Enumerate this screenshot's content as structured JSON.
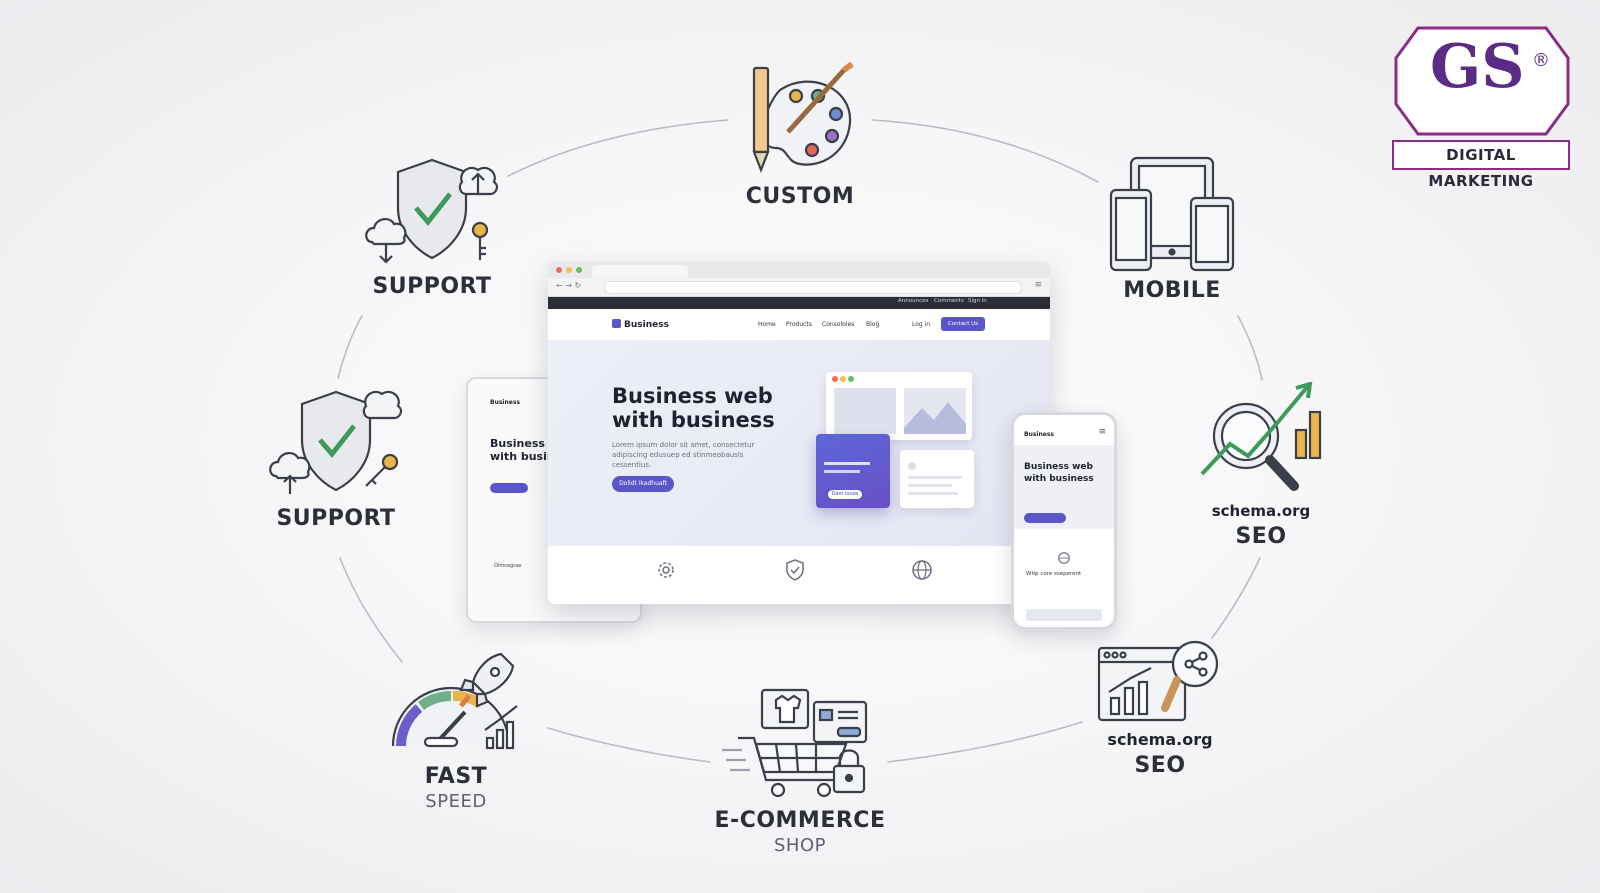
{
  "logo": {
    "mark": "GS",
    "reg": "®",
    "tagline": "DIGITAL MARKETING"
  },
  "features": {
    "custom": {
      "label": "CUSTOM",
      "icon": "palette-pencil-icon"
    },
    "mobile": {
      "label": "MOBILE",
      "icon": "devices-icon"
    },
    "seo_top": {
      "label": "SEO",
      "schema": "schema.org",
      "icon": "seo-magnifier-chart-icon"
    },
    "seo_bottom": {
      "label": "SEO",
      "schema": "schema.org",
      "icon": "seo-share-chart-icon"
    },
    "ecommerce": {
      "label": "E-COMMERCE",
      "sub": "SHOP",
      "icon": "shopping-cart-icon"
    },
    "fast": {
      "label": "FAST",
      "sub": "SPEED",
      "icon": "speedometer-rocket-icon"
    },
    "support_left": {
      "label": "SUPPORT",
      "icon": "shield-cloud-key-icon"
    },
    "support_top": {
      "label": "SUPPORT",
      "icon": "shield-cloud-key-icon"
    }
  },
  "browser": {
    "utility": [
      "Announces",
      "Comments",
      "Sign in"
    ],
    "brand": "Business",
    "nav": [
      "Home",
      "Products",
      "Consoloies",
      "Blog"
    ],
    "login": "Log in",
    "cta": "Contact Us",
    "hero_title": "Business web with business",
    "hero_text": "Lorem ipsum dolor sit amet, consectetur adipiscing edusuep ed stinmeobausls cessentius.",
    "hero_button": "Dolldt ikadhuaft",
    "card_button": "Dam louze"
  },
  "tablet": {
    "brand": "Business",
    "title": "Business w with busine",
    "sub": "Olmcegrae"
  },
  "phone": {
    "brand": "Business",
    "title": "Business web with business",
    "section": "Wtip core sseperent"
  }
}
